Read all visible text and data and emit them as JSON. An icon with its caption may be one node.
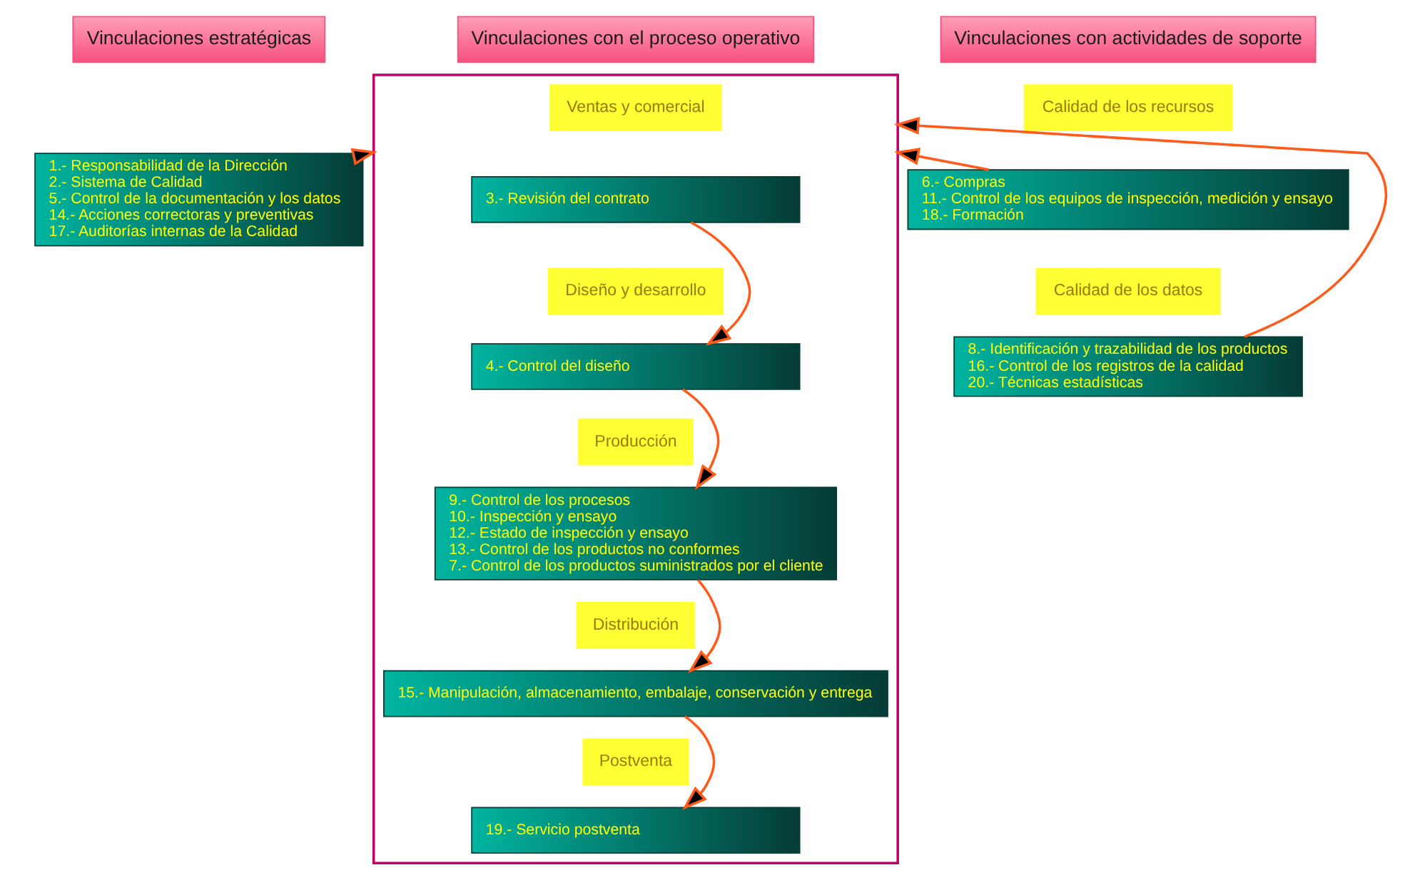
{
  "diagram": {
    "nodes": [
      {
        "text": [
          "Vinculaciones estratégicas"
        ]
      },
      {
        "text": [
          "Vinculaciones con el proceso operativo"
        ]
      },
      {
        "text": [
          "Vinculaciones con actividades de soporte"
        ]
      },
      {
        "text": [
          "1.- Responsabilidad de la Dirección",
          "2.- Sistema de Calidad",
          "5.- Control de la documentación y los datos",
          "14.- Acciones correctoras y preventivas",
          "17.- Auditorías internas de la Calidad"
        ]
      },
      {
        "text": [],
        "shape": "box"
      },
      {
        "text": [
          "Ventas y comercial"
        ],
        "in": 4
      },
      {
        "text": [
          "3.- Revisión del contrato"
        ],
        "in": 4
      },
      {
        "text": [
          "Diseño y desarrollo"
        ],
        "in": 4
      },
      {
        "text": [
          "4.- Control del diseño"
        ],
        "in": 4
      },
      {
        "text": [
          "Producción"
        ],
        "in": 4
      },
      {
        "text": [
          "9.- Control de los procesos",
          "10.- Inspección y ensayo",
          "12.- Estado de inspección y ensayo",
          "13.- Control de los productos no conformes",
          "7.- Control de los productos suministrados por el cliente"
        ],
        "in": 4
      },
      {
        "text": [
          "Distribución"
        ],
        "in": 4
      },
      {
        "text": [
          "15.- Manipulación, almacenamiento, embalaje, conservación y entrega"
        ],
        "in": 4
      },
      {
        "text": [
          "Postventa"
        ],
        "in": 4
      },
      {
        "text": [
          "19.- Servicio postventa"
        ],
        "in": 4
      },
      {
        "text": [
          "Calidad de los recursos"
        ]
      },
      {
        "text": [
          "6.- Compras",
          "11.- Control de los equipos de inspección, medición y ensayo",
          "18.- Formación"
        ]
      },
      {
        "text": [
          "Calidad de los datos"
        ]
      },
      {
        "text": [
          "8.- Identificación y trazabilidad de los productos",
          "16.- Control de los registros de la calidad",
          "20.- Técnicas estadísticas"
        ]
      }
    ],
    "edges": [
      {
        "from": 3,
        "to": 4,
        "arrow": "to"
      },
      {
        "from": 6,
        "to": 8,
        "arrow": "to"
      },
      {
        "from": 8,
        "to": 10,
        "arrow": "to"
      },
      {
        "from": 10,
        "to": 12,
        "arrow": "to"
      },
      {
        "from": 12,
        "to": 14,
        "arrow": "to"
      },
      {
        "from": 16,
        "to": 4,
        "arrow": "to"
      },
      {
        "from": 18,
        "to": 4,
        "arrow": "to"
      }
    ]
  }
}
